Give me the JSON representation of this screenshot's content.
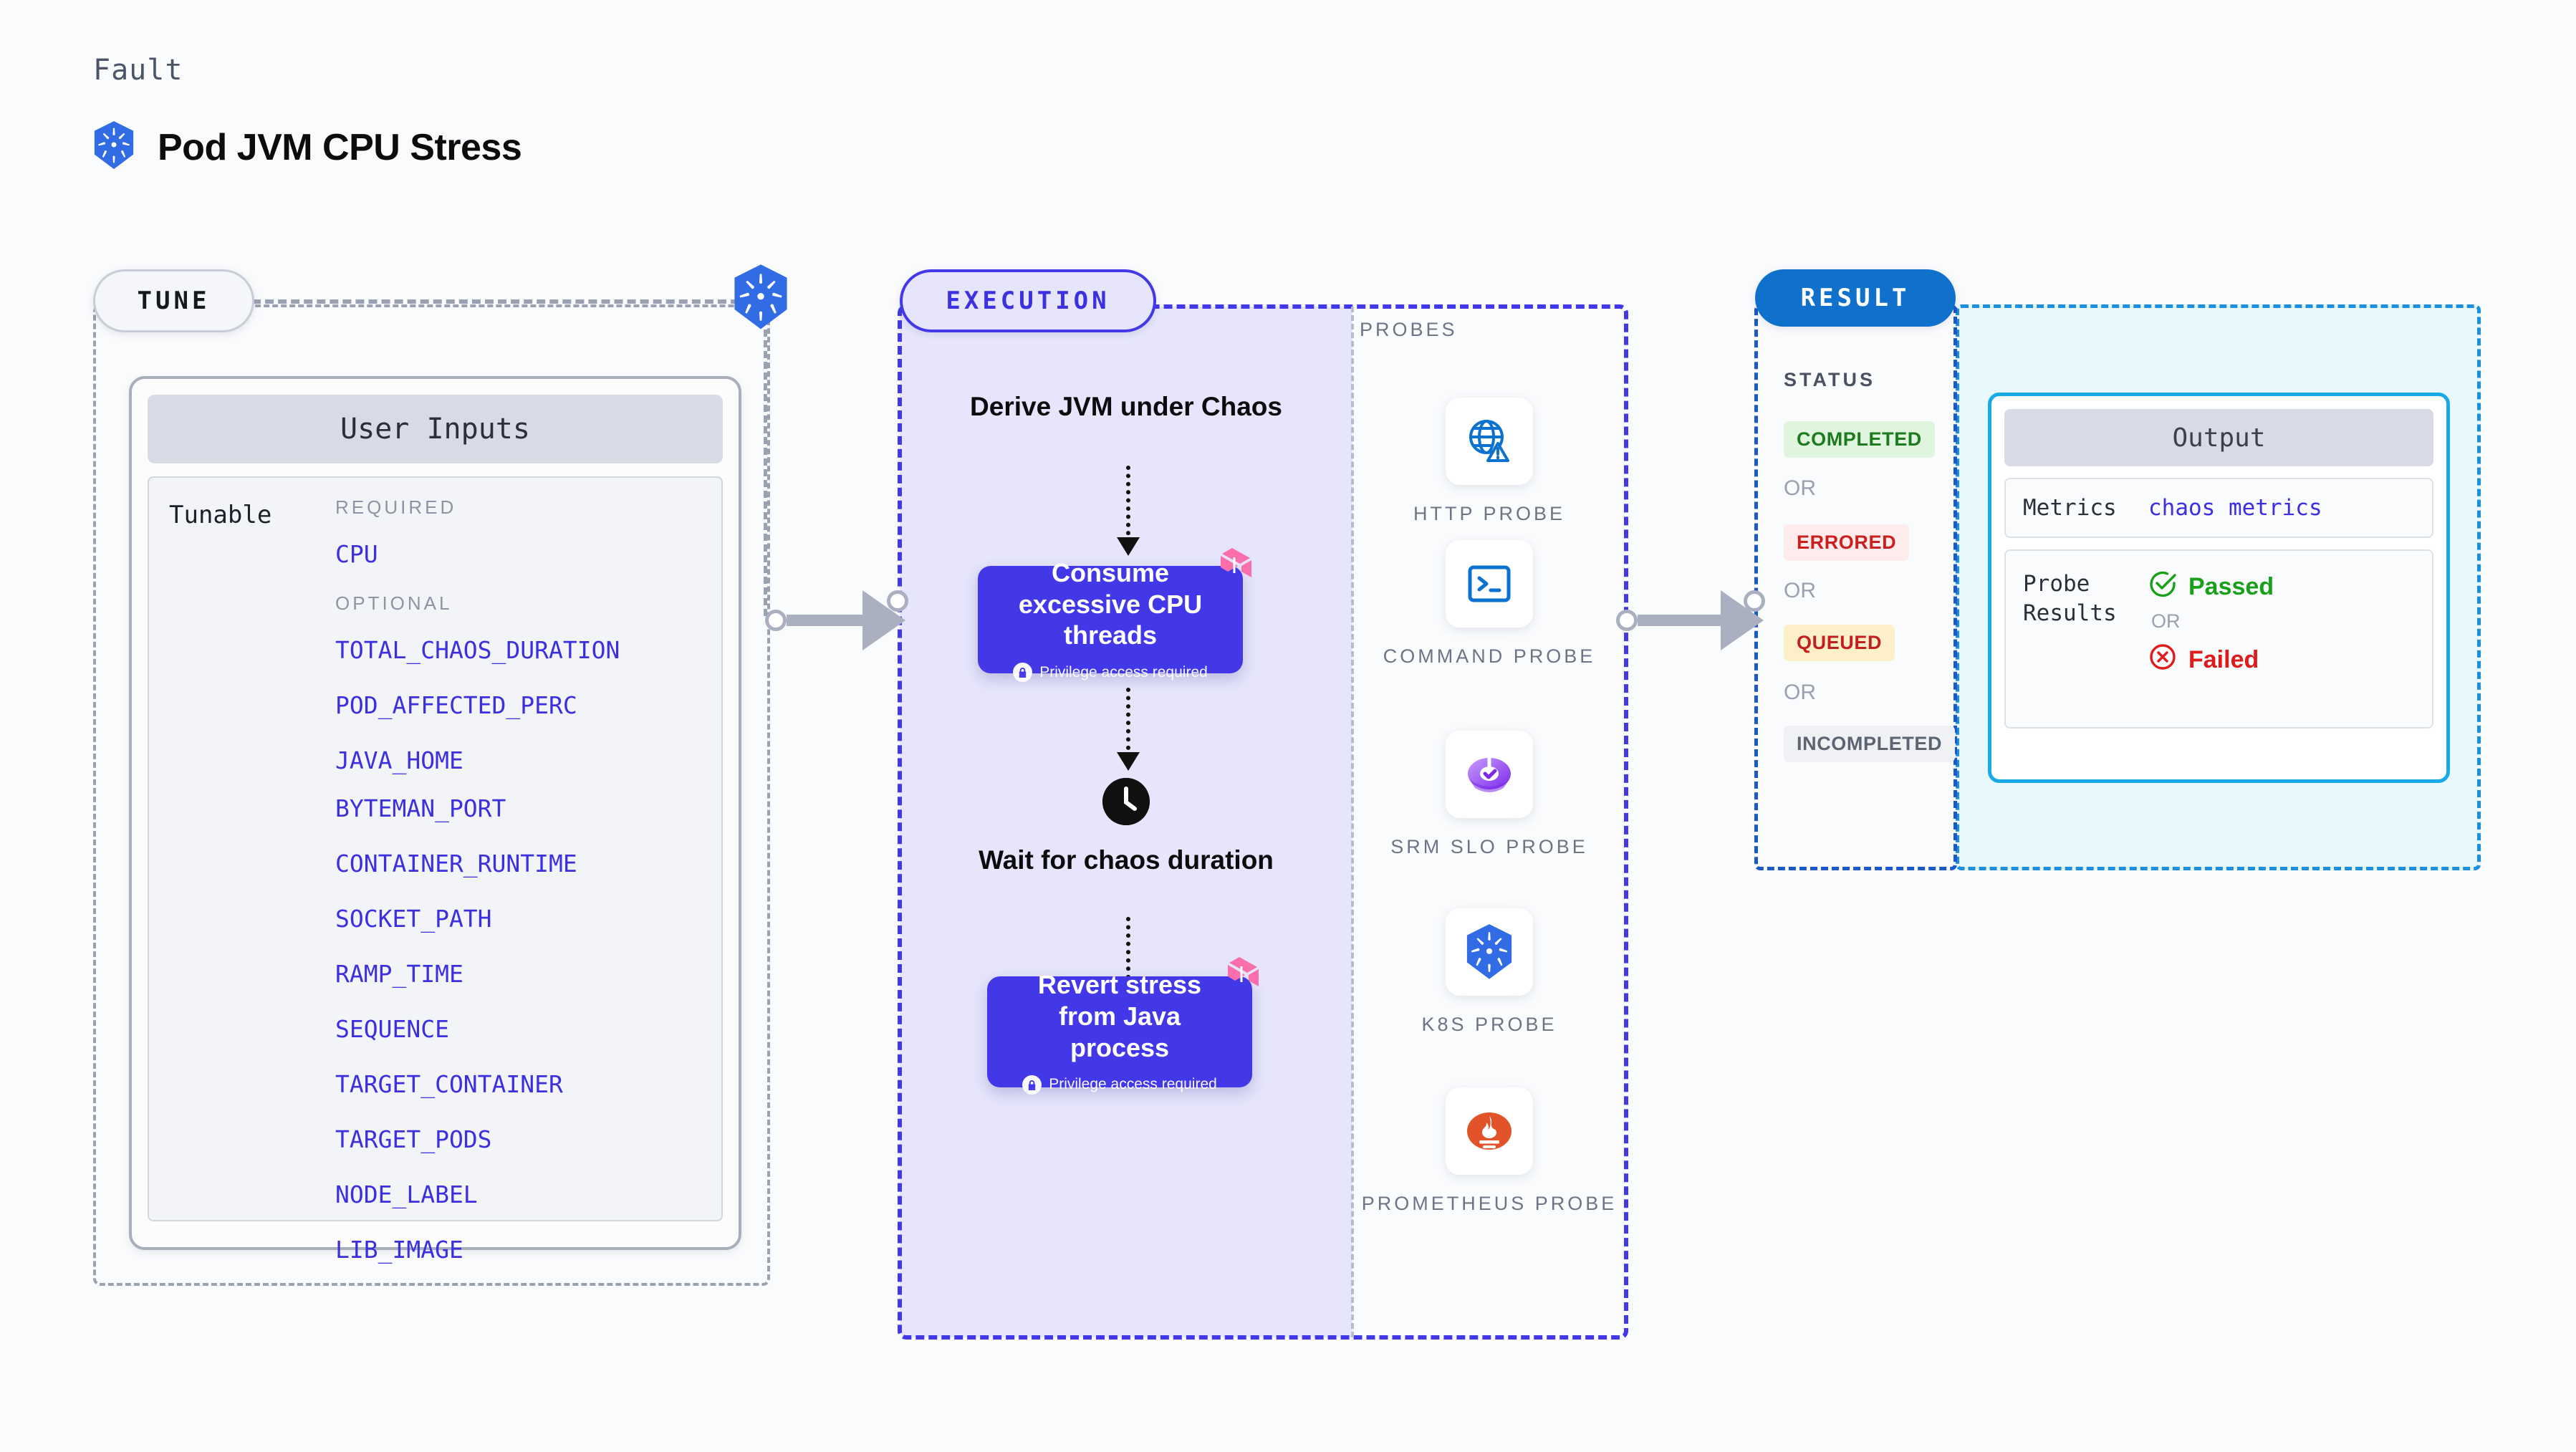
{
  "header": {
    "kicker": "Fault",
    "title": "Pod JVM CPU Stress",
    "icon": "kubernetes-icon"
  },
  "tune": {
    "pill_label": "TUNE",
    "icon": "kubernetes-icon",
    "card_title": "User Inputs",
    "tunable_label": "Tunable",
    "required_label": "REQUIRED",
    "optional_label": "OPTIONAL",
    "required": [
      "CPU"
    ],
    "optional": [
      "TOTAL_CHAOS_DURATION",
      "POD_AFFECTED_PERC",
      "JAVA_HOME",
      "BYTEMAN_PORT",
      "CONTAINER_RUNTIME",
      "SOCKET_PATH",
      "RAMP_TIME",
      "SEQUENCE",
      "TARGET_CONTAINER",
      "TARGET_PODS",
      "NODE_LABEL",
      "LIB_IMAGE"
    ]
  },
  "execution": {
    "pill_label": "EXECUTION",
    "steps": [
      {
        "type": "text",
        "label": "Derive JVM under Chaos"
      },
      {
        "type": "card",
        "label": "Consume excessive CPU threads",
        "note": "Privilege access required",
        "badge": "harness-icon",
        "lock": "lock-icon"
      },
      {
        "type": "clock",
        "icon": "clock-icon",
        "label": "Wait for chaos duration"
      },
      {
        "type": "card",
        "label": "Revert stress from Java process",
        "note": "Privilege access required",
        "badge": "harness-icon",
        "lock": "lock-icon"
      }
    ]
  },
  "probes": {
    "section_label": "PROBES",
    "items": [
      {
        "name": "HTTP PROBE",
        "icon": "globe-warning-icon"
      },
      {
        "name": "COMMAND PROBE",
        "icon": "terminal-icon"
      },
      {
        "name": "SRM SLO PROBE",
        "icon": "slo-gauge-icon"
      },
      {
        "name": "K8S PROBE",
        "icon": "kubernetes-icon"
      },
      {
        "name": "PROMETHEUS PROBE",
        "icon": "prometheus-icon"
      }
    ]
  },
  "result": {
    "pill_label": "RESULT",
    "status_label": "STATUS",
    "or_label": "OR",
    "statuses": [
      {
        "label": "COMPLETED",
        "color": "#1e7a1e",
        "bg": "#dff5de"
      },
      {
        "label": "ERRORED",
        "color": "#cc2020",
        "bg": "#fdeceb"
      },
      {
        "label": "QUEUED",
        "color": "#c41f1f",
        "bg": "#fdf0c8"
      },
      {
        "label": "INCOMPLETED",
        "color": "#5d6472",
        "bg": "#f0f1f5"
      }
    ],
    "output": {
      "title": "Output",
      "metrics_key": "Metrics",
      "metrics_value": "chaos metrics",
      "probe_results_key": "Probe Results",
      "passed_label": "Passed",
      "failed_label": "Failed",
      "or_label": "OR",
      "passed_icon": "check-circle-icon",
      "failed_icon": "x-circle-icon",
      "passed_color": "#18a018",
      "failed_color": "#e01b1b"
    }
  },
  "connectors": {
    "tune_to_exec": "arrow-right-icon",
    "probes_to_result": "arrow-right-icon"
  }
}
